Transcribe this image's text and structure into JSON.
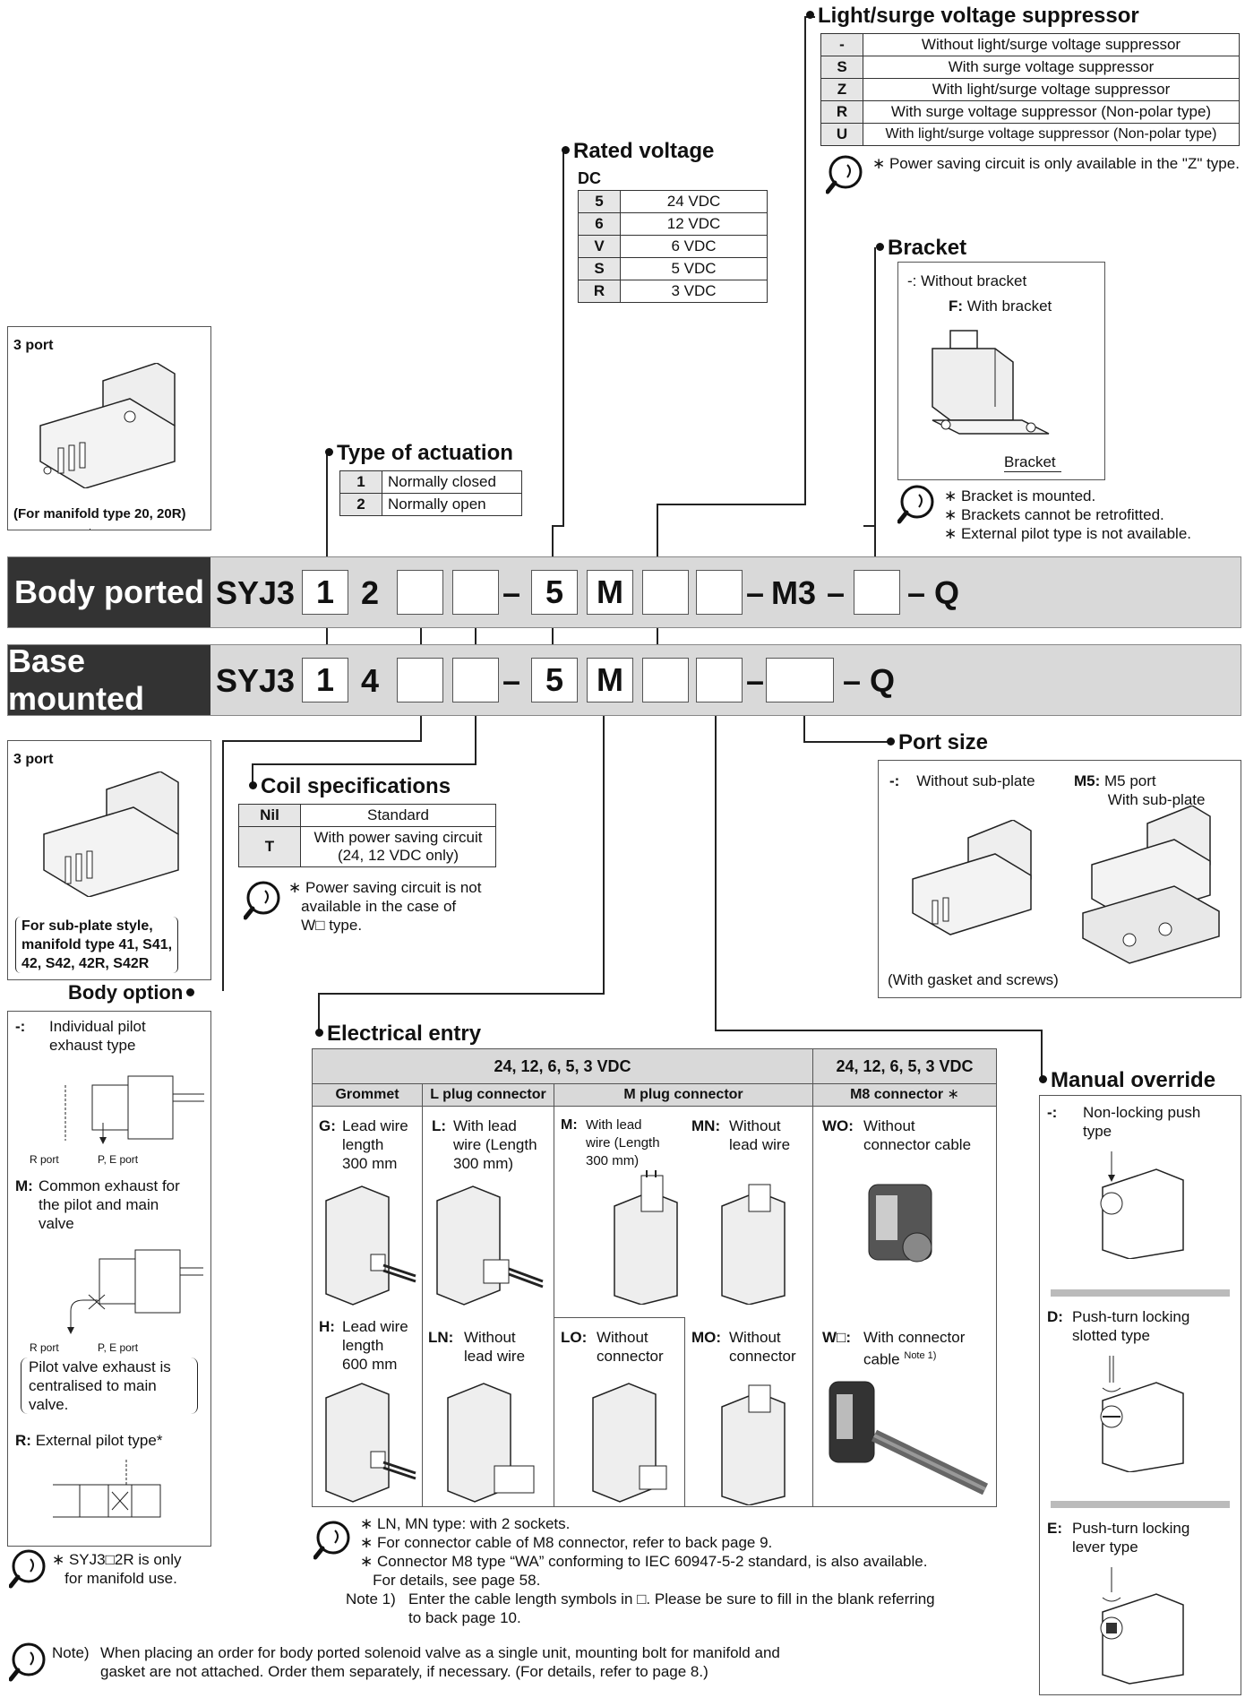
{
  "light_surge": {
    "title": "Light/surge voltage suppressor",
    "rows": [
      {
        "k": "-",
        "v": "Without light/surge voltage suppressor"
      },
      {
        "k": "S",
        "v": "With surge voltage suppressor"
      },
      {
        "k": "Z",
        "v": "With light/surge voltage suppressor"
      },
      {
        "k": "R",
        "v": "With surge voltage suppressor (Non-polar type)"
      },
      {
        "k": "U",
        "v": "With light/surge voltage suppressor (Non-polar type)"
      }
    ],
    "note": "Power saving circuit is only available in the \"Z\" type."
  },
  "rated_voltage": {
    "title": "Rated voltage",
    "sub": "DC",
    "rows": [
      {
        "k": "5",
        "v": "24 VDC"
      },
      {
        "k": "6",
        "v": "12 VDC"
      },
      {
        "k": "V",
        "v": "6 VDC"
      },
      {
        "k": "S",
        "v": "5 VDC"
      },
      {
        "k": "R",
        "v": "3 VDC"
      }
    ]
  },
  "bracket": {
    "title": "Bracket",
    "opt1": "-: Without bracket",
    "opt2_key": "F:",
    "opt2_val": "With bracket",
    "callout": "Bracket",
    "notes": [
      "Bracket is mounted.",
      "Brackets cannot be retrofitted.",
      "External pilot type is not available."
    ]
  },
  "port3_top": {
    "label": "3 port",
    "caption": "(For manifold type 20, 20R)"
  },
  "actuation": {
    "title": "Type of actuation",
    "rows": [
      {
        "k": "1",
        "v": "Normally closed"
      },
      {
        "k": "2",
        "v": "Normally open"
      }
    ]
  },
  "body_ported": {
    "label": "Body ported",
    "prefix": "SYJ3",
    "d1": "1",
    "d2": "2",
    "dash1": "–",
    "d5": "5",
    "dm": "M",
    "dash2": "–",
    "m3": "M3",
    "dash3": "–",
    "dash4": "–",
    "q": "Q"
  },
  "base_mounted": {
    "label": "Base mounted",
    "prefix": "SYJ3",
    "d1": "1",
    "d2": "4",
    "dash1": "–",
    "d5": "5",
    "dm": "M",
    "dash2": "–",
    "dash3": "–",
    "q": "Q"
  },
  "port3_bottom": {
    "label": "3 port",
    "caption": [
      "For sub-plate style,",
      "manifold type 41, S41,",
      "42, S42, 42R, S42R"
    ]
  },
  "coil": {
    "title": "Coil specifications",
    "rows": [
      {
        "k": "Nil",
        "v": "Standard"
      },
      {
        "k": "T",
        "v": "With power saving circuit (24, 12 VDC only)"
      }
    ],
    "note": [
      "Power saving circuit is not",
      "available in the case of",
      "W□ type."
    ]
  },
  "port_size": {
    "title": "Port size",
    "opt1_k": "-:",
    "opt1_v": "Without sub-plate",
    "opt2_k": "M5:",
    "opt2_v1": "M5 port",
    "opt2_v2": "With sub-plate",
    "caption": "(With gasket and screws)"
  },
  "body_option": {
    "title": "Body option",
    "a_k": "-:",
    "a_v": [
      "Individual pilot",
      "exhaust type"
    ],
    "r_port": "R port",
    "pe_port": "P, E port",
    "m_k": "M:",
    "m_v": [
      "Common exhaust for",
      "the pilot and main",
      "valve"
    ],
    "m_note": [
      "Pilot valve exhaust is",
      "centralised to main",
      "valve."
    ],
    "r_k": "R:",
    "r_v": "External pilot type*",
    "note": [
      "SYJ3□2R is only",
      "for manifold use."
    ]
  },
  "electrical": {
    "title": "Electrical entry",
    "hdr_left": "24, 12, 6, 5, 3 VDC",
    "hdr_right": "24, 12, 6, 5, 3 VDC",
    "sub": [
      "Grommet",
      "L plug connector",
      "M plug connector",
      "M8 connector"
    ],
    "m8_star": "∗",
    "G_k": "G:",
    "G_v": [
      "Lead wire",
      "length",
      "300 mm"
    ],
    "L_k": "L:",
    "L_v": [
      "With lead",
      "wire (Length",
      "300 mm)"
    ],
    "M_k": "M:",
    "M_v": [
      "With lead",
      "wire (Length",
      "300 mm)"
    ],
    "MN_k": "MN:",
    "MN_v": [
      "Without",
      "lead wire"
    ],
    "WO_k": "WO:",
    "WO_v": [
      "Without",
      "connector cable"
    ],
    "H_k": "H:",
    "H_v": [
      "Lead wire",
      "length",
      "600 mm"
    ],
    "LN_k": "LN:",
    "LN_v": [
      "Without",
      "lead wire"
    ],
    "LO_k": "LO:",
    "LO_v": [
      "Without",
      "connector"
    ],
    "MO_k": "MO:",
    "MO_v": [
      "Without",
      "connector"
    ],
    "W_k": "W□:",
    "W_v": [
      "With connector",
      "cable"
    ],
    "W_note": "Note 1)",
    "notes": [
      "LN, MN type: with 2 sockets.",
      "For connector cable of M8 connector, refer to back page 9.",
      "Connector M8 type “WA” conforming to IEC 60947-5-2 standard,  is also available.",
      "For details, see page 58."
    ],
    "note1_k": "Note 1)",
    "note1_v": [
      "Enter the cable length symbols in □. Please be sure to fill in the blank referring",
      "to back page 10."
    ]
  },
  "manual": {
    "title": "Manual override",
    "a_k": "-:",
    "a_v": [
      "Non-locking push",
      "type"
    ],
    "d_k": "D:",
    "d_v": [
      "Push-turn locking",
      "slotted type"
    ],
    "e_k": "E:",
    "e_v": [
      "Push-turn locking",
      "lever type"
    ]
  },
  "footer": {
    "k": "Note)",
    "v": [
      "When placing an order for body ported solenoid valve as a single unit, mounting bolt for manifold and",
      "gasket are not attached. Order them separately, if necessary. (For details, refer to page 8.)"
    ]
  }
}
